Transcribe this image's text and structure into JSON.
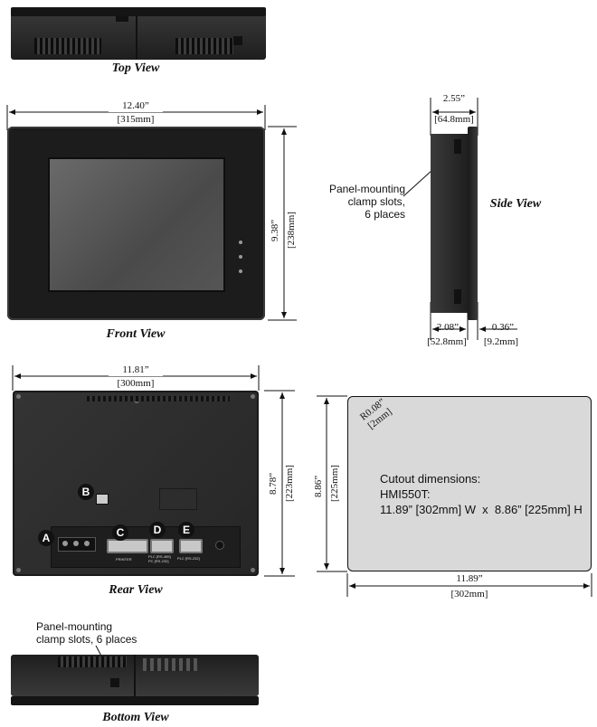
{
  "views": {
    "top": {
      "title": "Top View"
    },
    "front": {
      "title": "Front View",
      "width": "12.40”",
      "width_mm": "[315mm]",
      "height": "9.38”",
      "height_mm": "[238mm]"
    },
    "side": {
      "title": "Side View",
      "depth": "2.55”",
      "depth_mm": "[64.8mm]",
      "callout": [
        "Panel-mounting",
        "clamp slots,",
        "6 places"
      ],
      "behind_panel": "2.08”",
      "behind_panel_mm": "[52.8mm]",
      "bezel": "0.36”",
      "bezel_mm": "[9.2mm]"
    },
    "rear": {
      "title": "Rear View",
      "width": "11.81”",
      "width_mm": "[300mm]",
      "height": "8.78”",
      "height_mm": "[223mm]",
      "markers": [
        "A",
        "B",
        "C",
        "D",
        "E"
      ],
      "connectors": {
        "printer": "PRINTER",
        "d_line1": "PLC [RS-485]",
        "d_line2": "PC [RS-232]",
        "e_line1": "PLC [RS-232]"
      }
    },
    "bottom": {
      "title": "Bottom View",
      "callout": [
        "Panel-mounting",
        "clamp slots, 6 places"
      ]
    }
  },
  "cutout": {
    "radius": "R0.08”",
    "radius_mm": "[2mm]",
    "height": "8.86”",
    "height_mm": "[225mm]",
    "width": "11.89”",
    "width_mm": "[302mm]",
    "text": [
      "Cutout dimensions:",
      "HMI550T:",
      "11.89” [302mm] W  x  8.86” [225mm] H"
    ]
  },
  "colors": {
    "housing": "#2b2b2b",
    "bezel": "#1c1c1c",
    "screen": "#595959",
    "cutout_fill": "#d9d9d9"
  }
}
